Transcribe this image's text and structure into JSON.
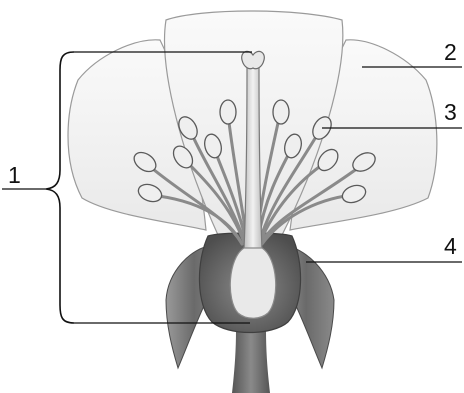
{
  "labels": {
    "pistil_group": "1",
    "petal": "2",
    "stamen": "3",
    "sepal": "4"
  },
  "colors": {
    "petal_fill": "#f4f4f4",
    "petal_stroke": "#8f8f8f",
    "sepal_fill": "#7a7a7a",
    "stem_fill": "#6f6f6f",
    "ovary_outer": "#5f5f5f",
    "ovary_inner": "#e6e6e6",
    "filament": "#9a9a9a",
    "anther_fill": "#ececec",
    "leader_line": "#111111"
  }
}
